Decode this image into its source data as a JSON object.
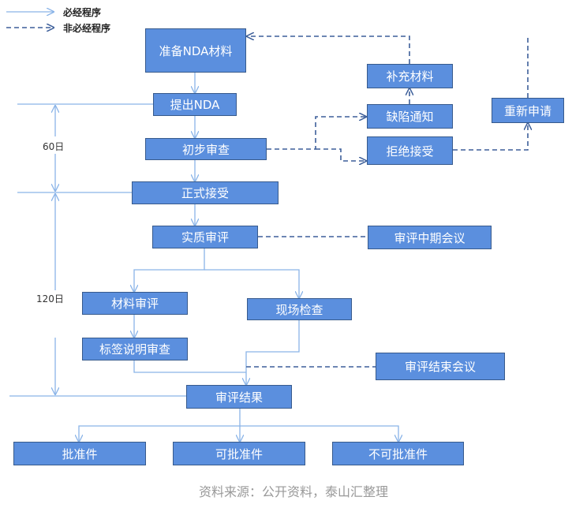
{
  "legend": {
    "required": "必经程序",
    "optional": "非必经程序"
  },
  "boxes": {
    "prepare": "准备NDA材料",
    "submit": "提出NDA",
    "initial_review": "初步审查",
    "formal_accept": "正式接受",
    "substantive_review": "实质审评",
    "supplement": "补充材料",
    "deficiency_notice": "缺陷通知",
    "refuse_accept": "拒绝接受",
    "reapply": "重新申请",
    "midcycle_meeting": "审评中期会议",
    "material_review": "材料审评",
    "site_inspection": "现场检查",
    "label_review": "标签说明审查",
    "end_meeting": "审评结束会议",
    "result": "审评结果",
    "approve": "批准件",
    "approvable": "可批准件",
    "not_approvable": "不可批准件"
  },
  "durations": {
    "first": "60日",
    "second": "120日"
  },
  "source": "资料来源：公开资料，泰山汇整理",
  "colors": {
    "box_fill": "#5b8fde",
    "box_border": "#375a8c",
    "solid_line": "#8ab4e8",
    "dashed_line": "#3d5f9a"
  }
}
